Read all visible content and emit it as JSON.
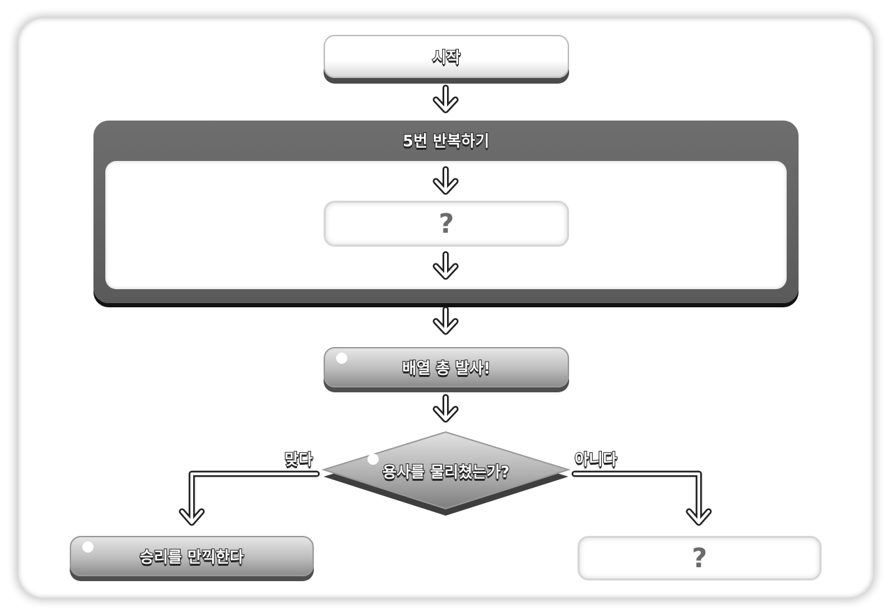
{
  "flowchart": {
    "start": {
      "label": "시작"
    },
    "loop": {
      "title": "5번 반복하기",
      "step": {
        "label": "?"
      }
    },
    "action": {
      "label": "배열 총 발사!"
    },
    "decision": {
      "label": "용사를 물리쳤는가?",
      "yes_label": "맞다",
      "no_label": "아니다"
    },
    "yes_result": {
      "label": "승리를 만끽한다"
    },
    "no_result": {
      "label": "?"
    }
  }
}
